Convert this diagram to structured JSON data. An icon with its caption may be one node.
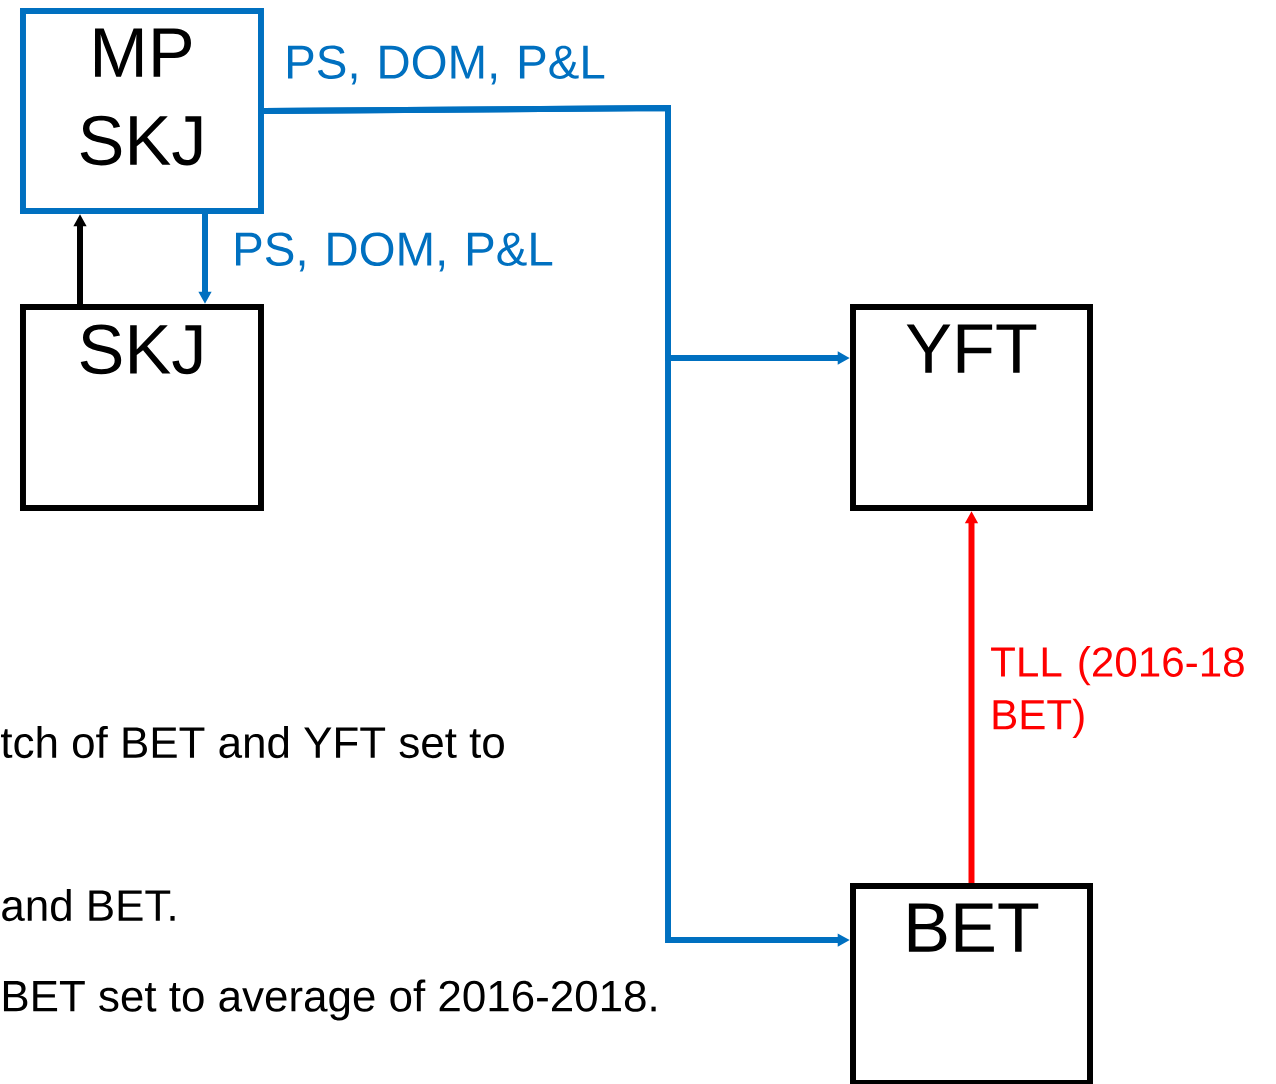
{
  "diagram": {
    "nodes": [
      {
        "text": [
          "MP SKJ"
        ]
      },
      {
        "text": [
          "SKJ"
        ]
      },
      {
        "text": [
          "YFT"
        ]
      },
      {
        "text": [
          "BET"
        ]
      }
    ],
    "edges": [
      {
        "from": 0,
        "to": 1,
        "arrow": "to",
        "label": "PS, DOM, P&L"
      },
      {
        "from": 1,
        "to": 0,
        "arrow": "to",
        "color": "#000000"
      },
      {
        "from": 0,
        "to": 2,
        "arrow": "to",
        "label": "PS, DOM, P&L"
      },
      {
        "from": 0,
        "to": 3,
        "arrow": "to"
      },
      {
        "from": 3,
        "to": 2,
        "arrow": "to",
        "label": "TLL (2016-18 BET)",
        "color": "#ff0000"
      }
    ],
    "labels": [
      "tch of BET and YFT set to",
      "and BET.",
      "BET set to average of 2016-2018."
    ]
  }
}
